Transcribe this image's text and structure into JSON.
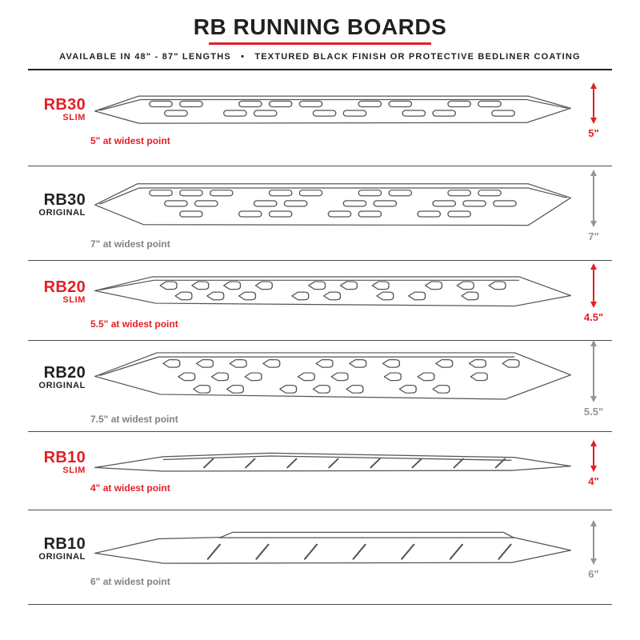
{
  "header": {
    "title": "RB RUNNING BOARDS",
    "subtitle": "AVAILABLE IN 48\" - 87\" LENGTHS • TEXTURED BLACK FINISH OR PROTECTIVE BEDLINER COATING"
  },
  "colors": {
    "accent": "#e31e25",
    "dark": "#231f20",
    "gray": "#939598",
    "note_gray": "#808285",
    "line": "#4a4b4d",
    "drawing_line": "#53545a"
  },
  "boards": [
    {
      "model": "RB30",
      "variant": "SLIM",
      "width_note": "5\" at widest point",
      "height_value": "5\""
    },
    {
      "model": "RB30",
      "variant": "ORIGINAL",
      "width_note": "7\" at widest point",
      "height_value": "7\""
    },
    {
      "model": "RB20",
      "variant": "SLIM",
      "width_note": "5.5\" at widest point",
      "height_value": "4.5\""
    },
    {
      "model": "RB20",
      "variant": "ORIGINAL",
      "width_note": "7.5\" at widest point",
      "height_value": "5.5\""
    },
    {
      "model": "RB10",
      "variant": "SLIM",
      "width_note": "4\" at widest point",
      "height_value": "4\""
    },
    {
      "model": "RB10",
      "variant": "ORIGINAL",
      "width_note": "6\" at widest point",
      "height_value": "6\""
    }
  ]
}
